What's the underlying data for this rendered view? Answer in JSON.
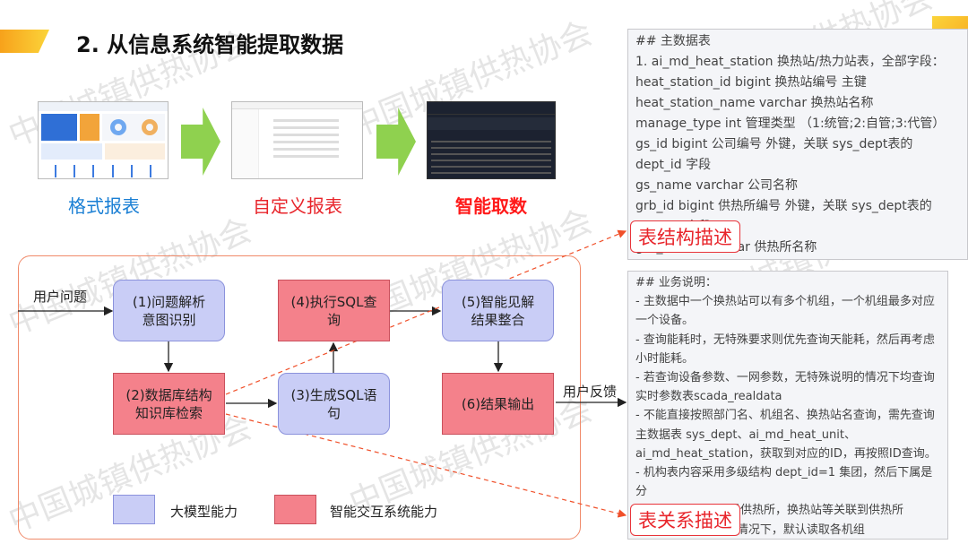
{
  "title": "2. 从信息系统智能提取数据",
  "watermark": "中国城镇供热协会",
  "stages": [
    {
      "label": "格式报表",
      "color": "#1a7fd4"
    },
    {
      "label": "自定义报表",
      "color": "#e8252b"
    },
    {
      "label": "智能取数",
      "color": "#ff1a1a"
    }
  ],
  "schema_panel": {
    "lines": [
      "## 主数据表",
      "1. ai_md_heat_station 换热站/热力站表，全部字段：",
      "heat_station_id   bigint  换热站编号  主键",
      "heat_station_name   varchar 换热站名称",
      "manage_type int 管理类型 （1:统管;2:自管;3:代管）",
      "gs_id   bigint  公司编号  外键，关联 sys_dept表的",
      "dept_id 字段",
      "gs_name  varchar 公司名称",
      "grb_id   bigint  供热所编号  外键，关联 sys_dept表的",
      "dept_id 字段",
      "grb_name varchar 供热所名称"
    ],
    "tag": "表结构描述"
  },
  "relation_panel": {
    "lines": [
      "## 业务说明：",
      "- 主数据中一个换热站可以有多个机组，一个机组最多对应",
      "一个设备。",
      "- 查询能耗时，无特殊要求则优先查询天能耗，然后再考虑",
      "小时能耗。",
      "- 若查询设备参数、一网参数，无特殊说明的情况下均查询",
      "实时参数表scada_realdata",
      "- 不能直接按照部门名、机组名、换热站名查询，需先查询",
      "主数据表 sys_dept、ai_md_heat_unit、",
      "ai_md_heat_station，获取到对应的ID，再按照ID查询。",
      "- 机构表内容采用多级结构 dept_id=1 集团，然后下属是分",
      "公司，分公司下属是供热所，换热站等关联到供热所",
      "- 在没有提供时间的情况下，默认读取各机组"
    ],
    "tag": "表关系描述"
  },
  "flow": {
    "input_label": "用户问题",
    "output_label": "用户反馈",
    "steps": {
      "s1": "(1)问题解析\n意图识别",
      "s2": "(2)数据库结构\n知识库检索",
      "s3": "(3)生成SQL语\n句",
      "s4": "(4)执行SQL查\n询",
      "s5": "(5)智能见解\n结果整合",
      "s6": "(6)结果输出"
    },
    "legend": [
      {
        "label": "大模型能力",
        "color": "#c9cdf6"
      },
      {
        "label": "智能交互系统能力",
        "color": "#f4818b"
      }
    ]
  }
}
